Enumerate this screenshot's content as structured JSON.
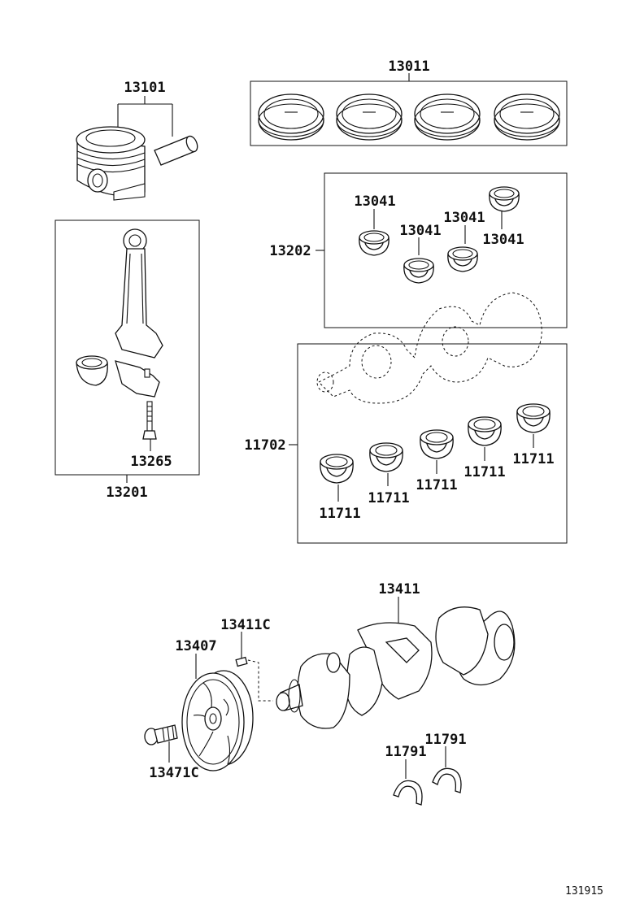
{
  "labels": {
    "piston": "13101",
    "ring_set": "13011",
    "conrod_bearing_set": "13202",
    "conrod_bearing_a": "13041",
    "conrod_bearing_b": "13041",
    "conrod_bearing_c": "13041",
    "conrod_bearing_d": "13041",
    "conrod_assembly": "13201",
    "conrod_bolt": "13265",
    "main_bearing_set": "11702",
    "main_bearing_1": "11711",
    "main_bearing_2": "11711",
    "main_bearing_3": "11711",
    "main_bearing_4": "11711",
    "main_bearing_5": "11711",
    "crankshaft": "13411",
    "crank_key": "13411C",
    "pulley": "13407",
    "pulley_bolt": "13471C",
    "thrust_washer_a": "11791",
    "thrust_washer_b": "11791"
  },
  "figure_number": "131915"
}
